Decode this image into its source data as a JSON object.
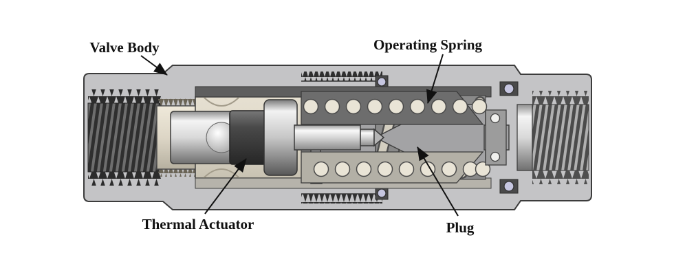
{
  "diagram": {
    "type": "cutaway-technical-illustration",
    "subject": "thermostatic-check-valve-cross-section",
    "background": "#ffffff",
    "labels": {
      "valve_body": "Valve Body",
      "operating_spring": "Operating Spring",
      "thermal_actuator": "Thermal Actuator",
      "plug": "Plug"
    },
    "colors": {
      "body_gray": "#c4c4c6",
      "outline": "#3c3c3c",
      "spring_chamber": "#898989",
      "upper_guide_dark": "#6d6d6d",
      "lower_guide_light": "#b6b3ab",
      "spring_coil": "#e9e4d6",
      "spring_band": "#d3cec0",
      "plug_gray": "#a3a3a5",
      "insert_cream": "#ded8c9",
      "thread_dark": "#2c2c2c",
      "thread_light": "#b0b0b0",
      "oring_lavender": "#c6c6e0",
      "label_text": "#111111"
    }
  }
}
